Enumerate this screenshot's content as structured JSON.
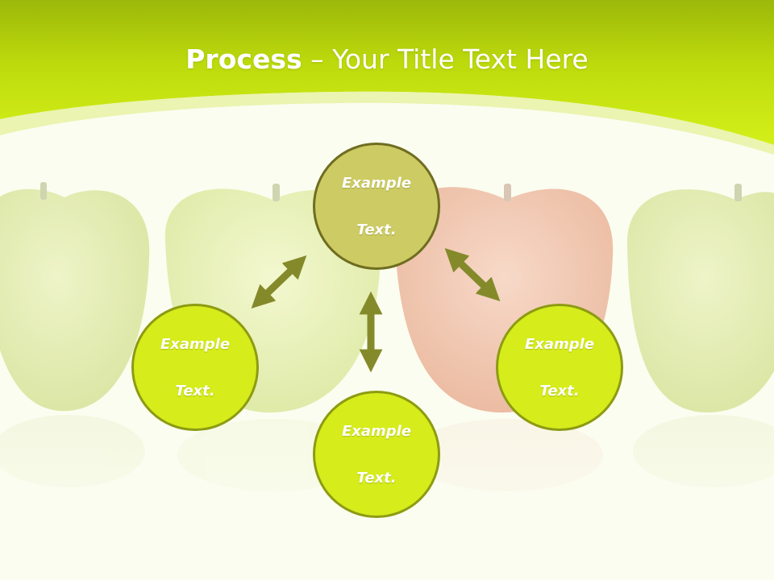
{
  "slide": {
    "title_bold": "Process",
    "title_rest": " – Your Title Text Here"
  },
  "nodes": {
    "top": {
      "line1": "Example",
      "line2": "Text."
    },
    "left": {
      "line1": "Example",
      "line2": "Text."
    },
    "bottom": {
      "line1": "Example",
      "line2": "Text."
    },
    "right": {
      "line1": "Example",
      "line2": "Text."
    }
  },
  "colors": {
    "header_green": "#c9e60f",
    "header_dark": "#9cb80a",
    "node_accent": "#d6ec1b",
    "node_top": "#cdcb63",
    "arrow": "#848a2a",
    "apple_green": "#dfe9a8",
    "apple_red": "#f0c2a8"
  },
  "icons": [
    "double-arrow-icon",
    "apple-image"
  ]
}
